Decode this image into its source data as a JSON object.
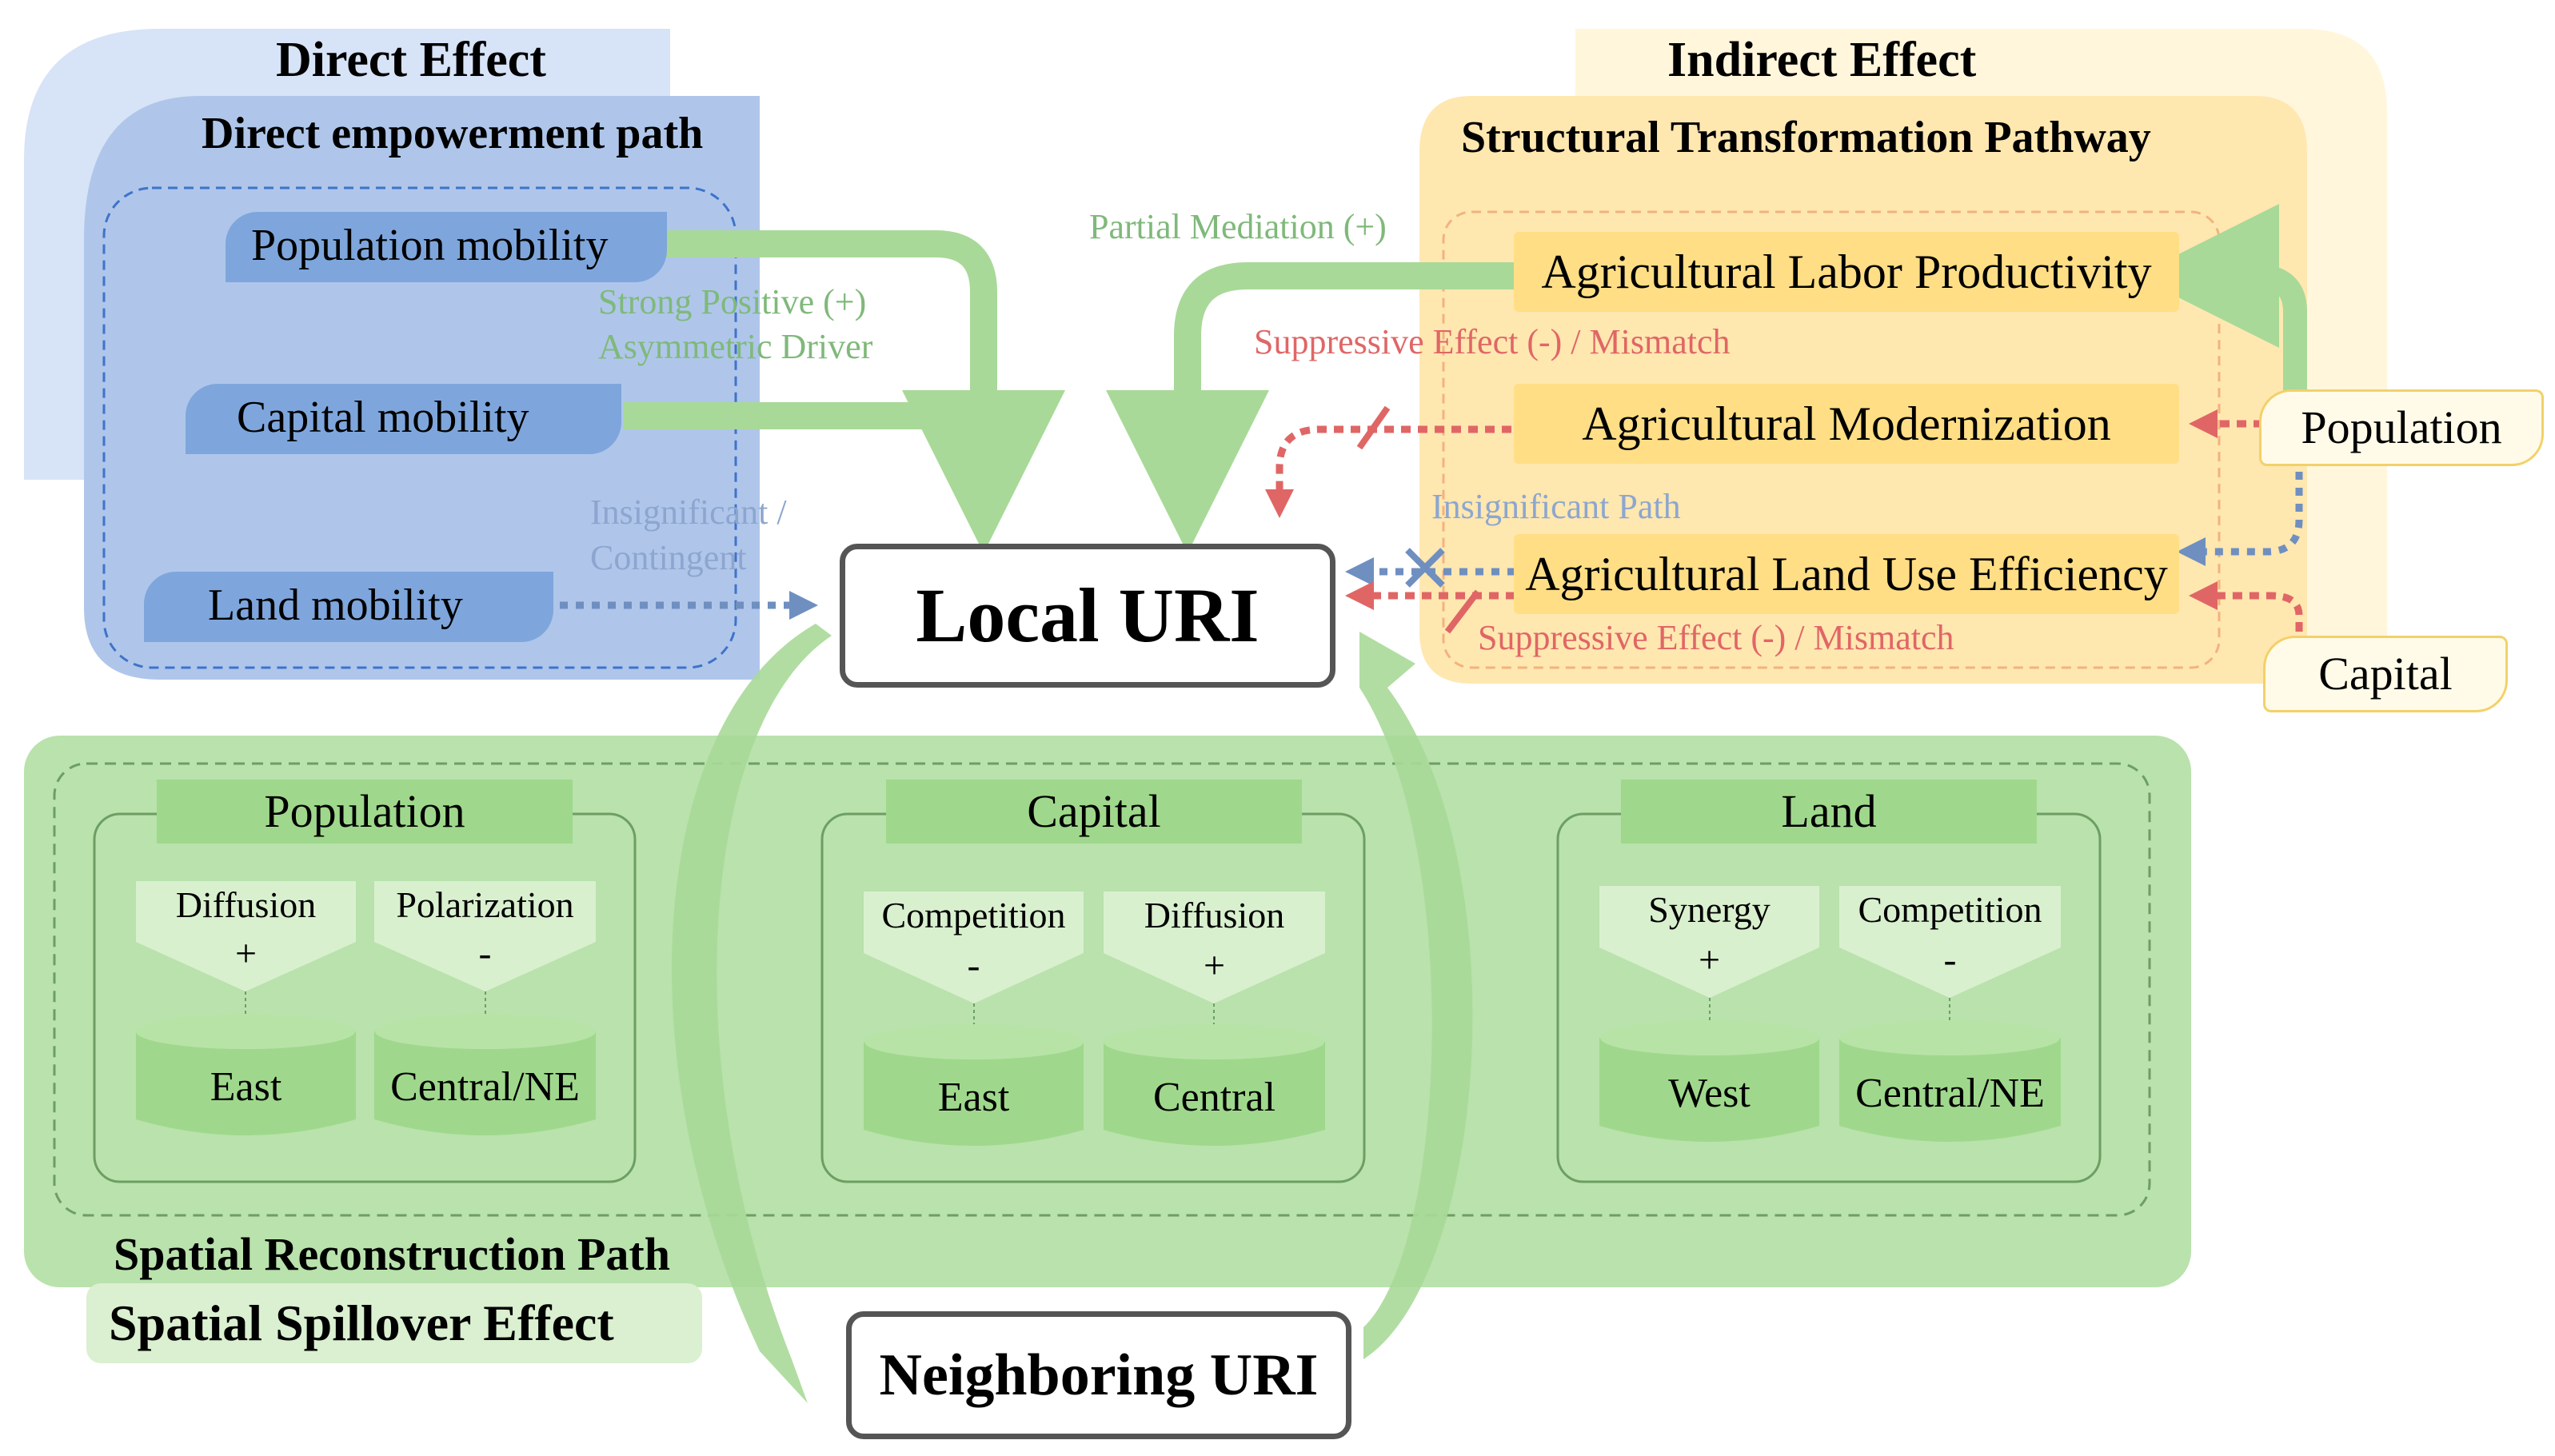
{
  "direct": {
    "title": "Direct Effect",
    "path_title": "Direct empowerment path",
    "factors": [
      "Population mobility",
      "Capital mobility",
      "Land mobility"
    ],
    "strong_line1": "Strong Positive (+)",
    "strong_line2": "Asymmetric Driver",
    "insig_line1": "Insignificant /",
    "insig_line2": "Contingent"
  },
  "indirect": {
    "title": "Indirect Effect",
    "path_title": "Structural Transformation Pathway",
    "mediators": [
      "Agricultural Labor Productivity",
      "Agricultural Modernization",
      "Agricultural Land Use Efficiency"
    ],
    "partial_mediation": "Partial Mediation (+)",
    "suppressive_1": "Suppressive Effect (-) / Mismatch",
    "insignificant_path": "Insignificant Path",
    "suppressive_2": "Suppressive Effect (-) / Mismatch",
    "inputs": [
      "Population",
      "Capital"
    ]
  },
  "local_uri": "Local URI",
  "neighboring_uri": "Neighboring URI",
  "spatial": {
    "path_title": "Spatial Reconstruction Path",
    "effect_title": "Spatial Spillover Effect",
    "groups": [
      {
        "name": "Population",
        "items": [
          {
            "effect": "Diffusion",
            "sign": "+",
            "region": "East"
          },
          {
            "effect": "Polarization",
            "sign": "-",
            "region": "Central/NE"
          }
        ]
      },
      {
        "name": "Capital",
        "items": [
          {
            "effect": "Competition",
            "sign": "-",
            "region": "East"
          },
          {
            "effect": "Diffusion",
            "sign": "+",
            "region": "Central"
          }
        ]
      },
      {
        "name": "Land",
        "items": [
          {
            "effect": "Synergy",
            "sign": "+",
            "region": "West"
          },
          {
            "effect": "Competition",
            "sign": "-",
            "region": "Central/NE"
          }
        ]
      }
    ]
  },
  "colors": {
    "blue_light": "#d7e3f6",
    "blue_panel": "#afc6ea",
    "blue_pill": "#7ea6dc",
    "yellow_light": "#fff6dc",
    "yellow_panel": "#ffe7b0",
    "yellow_box": "#ffde85",
    "green_panel": "#b9e2ac",
    "green_box": "#9fd88c",
    "green_arrow": "#a8d998",
    "red_arrow": "#e06666",
    "blue_arrow": "#6f8fc0"
  }
}
